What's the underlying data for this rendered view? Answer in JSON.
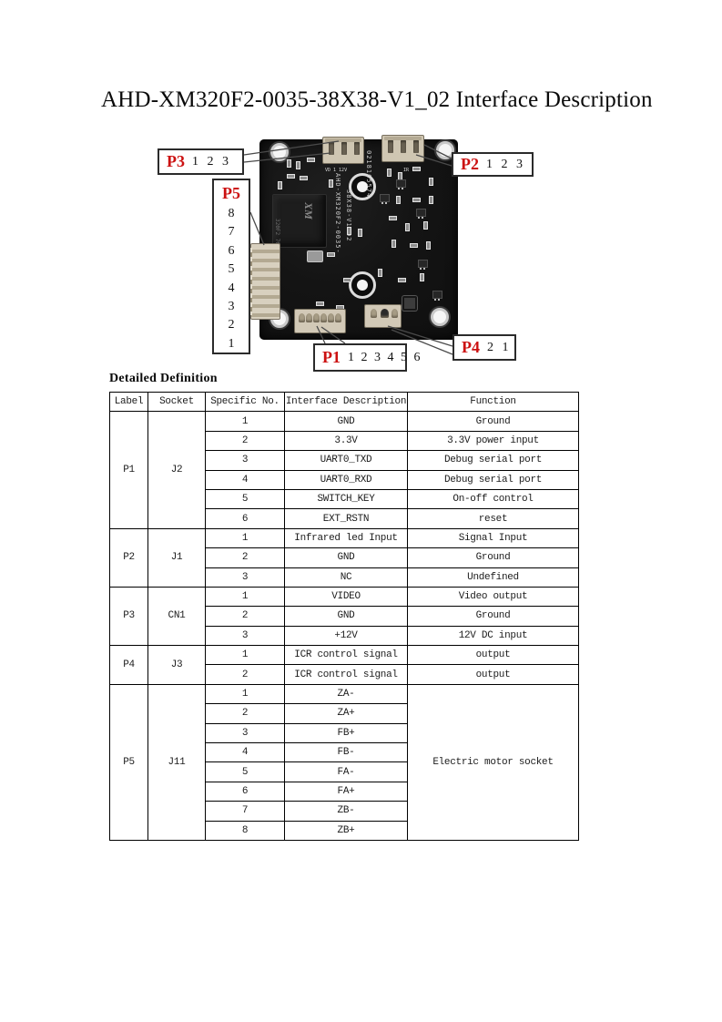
{
  "page": {
    "title": "AHD-XM320F2-0035-38X38-V1_02 Interface Description",
    "section_heading": "Detailed Definition"
  },
  "figure": {
    "labels": {
      "p3": {
        "name": "P3",
        "pins": "1 2 3"
      },
      "p2": {
        "name": "P2",
        "pins": "1 2 3"
      },
      "p5": {
        "name": "P5",
        "pins": [
          "8",
          "7",
          "6",
          "5",
          "4",
          "3",
          "2",
          "1"
        ]
      },
      "p1": {
        "name": "P1",
        "pins": "1 2 3 4 5 6"
      },
      "p4": {
        "name": "P4",
        "pins": "2 1"
      }
    },
    "board": {
      "serial": "0218165574",
      "model_line1": "AHD-XM320F2-0035-",
      "model_line2": "38X38-V1.02",
      "chip_logo": "XM",
      "chip_text1": "320F2",
      "chip_text2": "76160508",
      "conn_left_silk": "VD 1   12V",
      "conn_right_silk": "IR",
      "coil_silk": "4R7"
    },
    "colors": {
      "label_red": "#cc1111",
      "board_black": "#141414",
      "connector_cream": "#cfc6b2"
    }
  },
  "table": {
    "headers": [
      "Label",
      "Socket",
      "Specific No.",
      "Interface Description",
      "Function"
    ],
    "groups": [
      {
        "label": "P1",
        "socket": "J2",
        "rows": [
          [
            "1",
            "GND",
            "Ground"
          ],
          [
            "2",
            "3.3V",
            "3.3V power input"
          ],
          [
            "3",
            "UART0_TXD",
            "Debug serial port"
          ],
          [
            "4",
            "UART0_RXD",
            "Debug serial port"
          ],
          [
            "5",
            "SWITCH_KEY",
            "On-off control"
          ],
          [
            "6",
            "EXT_RSTN",
            "reset"
          ]
        ]
      },
      {
        "label": "P2",
        "socket": "J1",
        "rows": [
          [
            "1",
            "Infrared led Input",
            "Signal Input"
          ],
          [
            "2",
            "GND",
            "Ground"
          ],
          [
            "3",
            "NC",
            "Undefined"
          ]
        ]
      },
      {
        "label": "P3",
        "socket": "CN1",
        "rows": [
          [
            "1",
            "VIDEO",
            "Video output"
          ],
          [
            "2",
            "GND",
            "Ground"
          ],
          [
            "3",
            "+12V",
            "12V DC input"
          ]
        ]
      },
      {
        "label": "P4",
        "socket": "J3",
        "rows": [
          [
            "1",
            "ICR control signal",
            "output"
          ],
          [
            "2",
            "ICR control signal",
            "output"
          ]
        ]
      },
      {
        "label": "P5",
        "socket": "J11",
        "merged_function": "Electric motor socket",
        "rows": [
          [
            "1",
            "ZA-"
          ],
          [
            "2",
            "ZA+"
          ],
          [
            "3",
            "FB+"
          ],
          [
            "4",
            "FB-"
          ],
          [
            "5",
            "FA-"
          ],
          [
            "6",
            "FA+"
          ],
          [
            "7",
            "ZB-"
          ],
          [
            "8",
            "ZB+"
          ]
        ]
      }
    ]
  }
}
